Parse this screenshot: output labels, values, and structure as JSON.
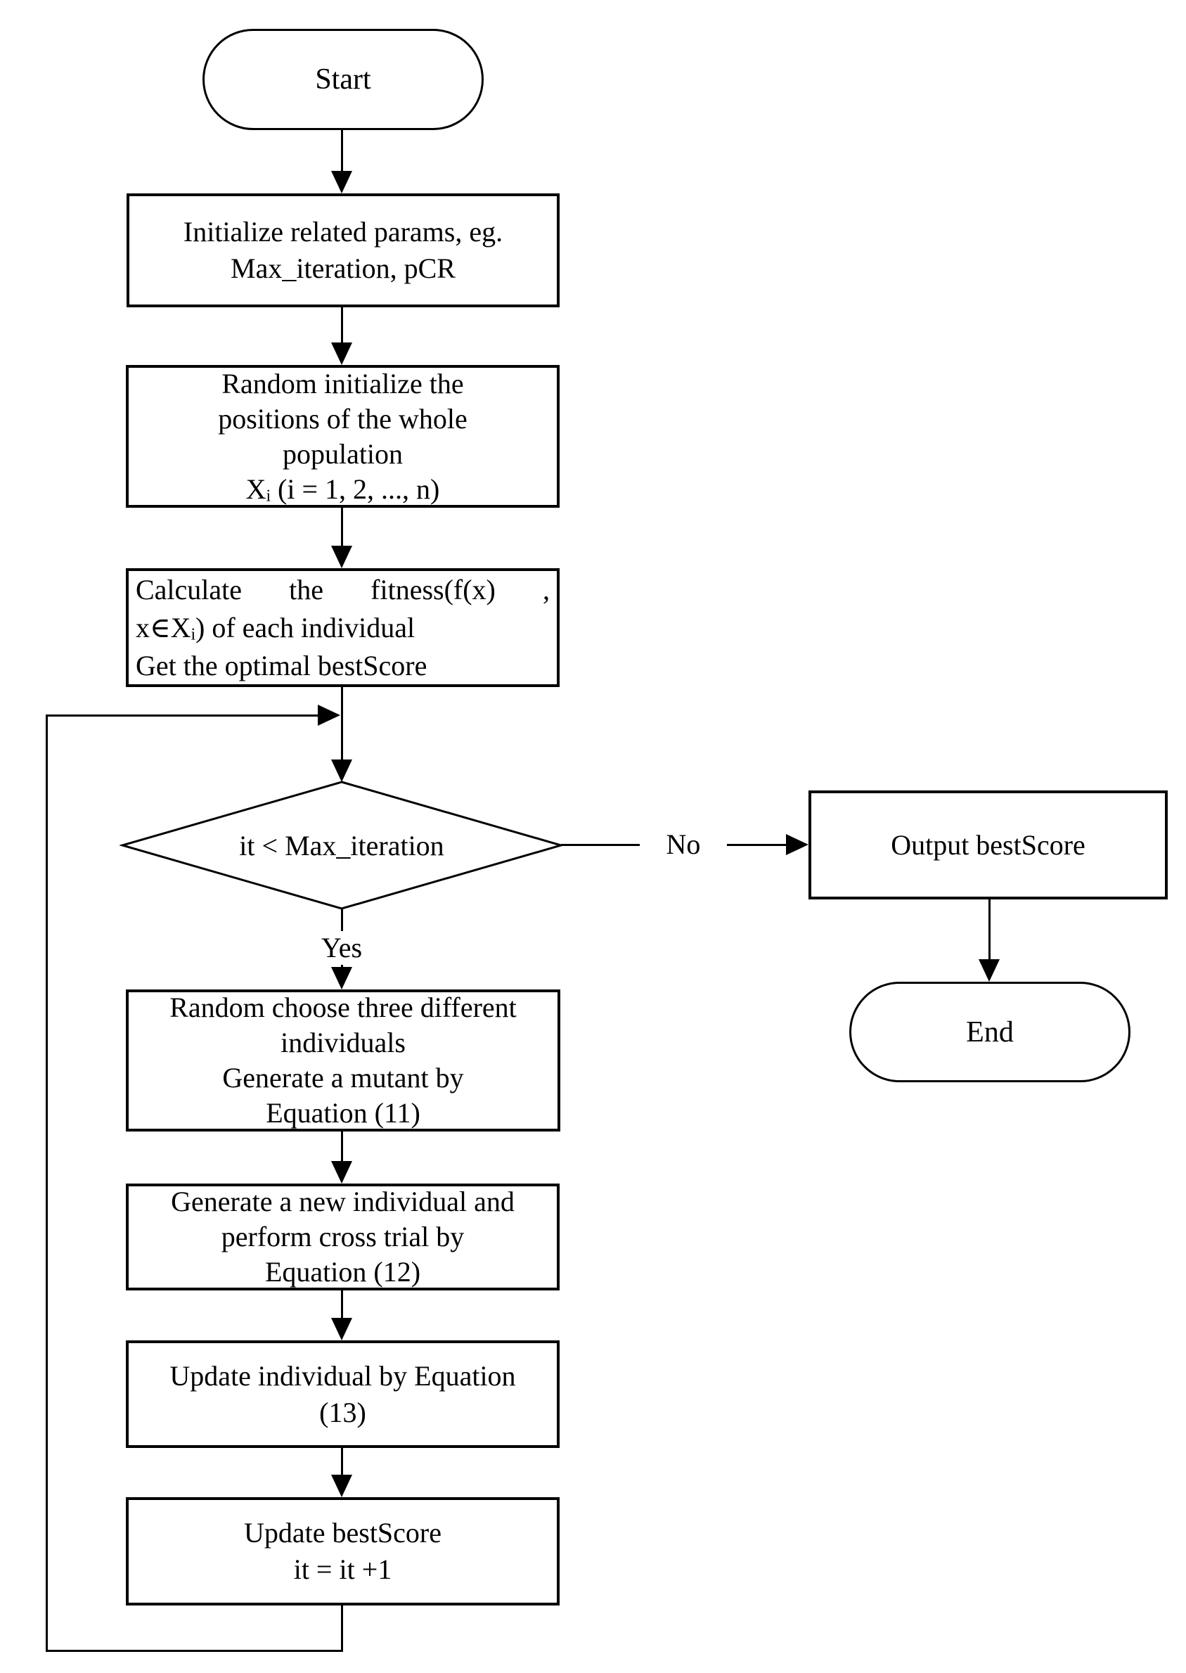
{
  "flowchart": {
    "nodes": {
      "start": {
        "label": "Start"
      },
      "init_params": {
        "lines": [
          "Initialize related params, eg.",
          "Max_iteration, pCR"
        ]
      },
      "random_init": {
        "lines": [
          "Random initialize the",
          "positions of the whole",
          "population",
          "Xᵢ (i = 1, 2, ..., n)"
        ]
      },
      "calc_fitness": {
        "lines": [
          "Calculate the fitness(f(x) ,",
          "x∈Xᵢ) of each individual",
          "Get the optimal bestScore"
        ]
      },
      "decision": {
        "label": "it < Max_iteration"
      },
      "output_best": {
        "label": "Output bestScore"
      },
      "end": {
        "label": "End"
      },
      "mutant": {
        "lines": [
          "Random choose three different",
          "individuals",
          "Generate a mutant by",
          "Equation (11)"
        ]
      },
      "cross_trial": {
        "lines": [
          "Generate a new individual and",
          "perform cross trial by",
          "Equation (12)"
        ]
      },
      "update_individual": {
        "lines": [
          "Update individual by Equation",
          "(13)"
        ]
      },
      "update_bestscore": {
        "lines": [
          "Update bestScore",
          "it = it +1"
        ]
      }
    },
    "edges": {
      "yes_label": "Yes",
      "no_label": "No"
    },
    "colors": {
      "stroke": "#000000",
      "fill": "#ffffff"
    }
  }
}
